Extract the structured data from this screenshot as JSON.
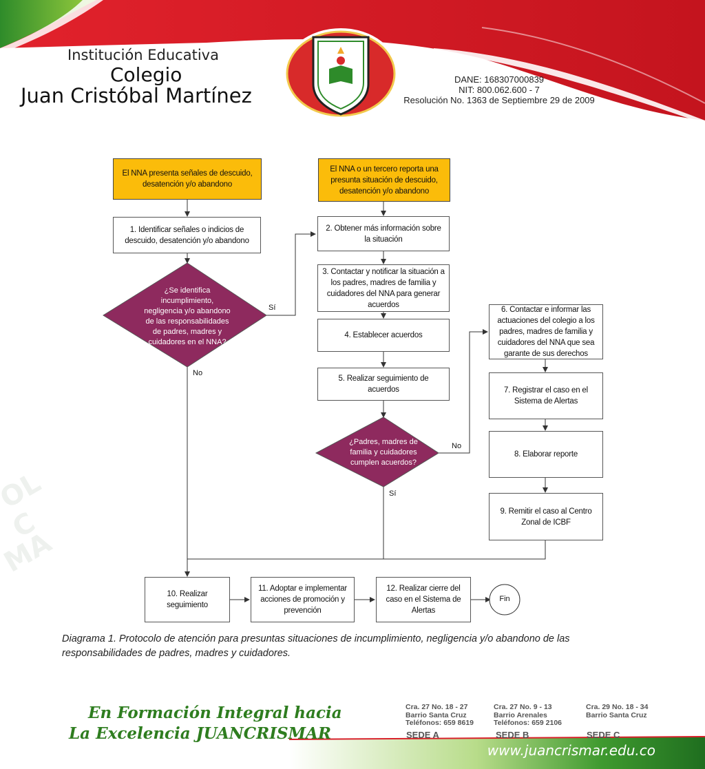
{
  "header": {
    "institution_line1": "Institución Educativa",
    "institution_line2": "Colegio",
    "institution_line3": "Juan Cristóbal Martínez",
    "dane": "DANE: 168307000839",
    "nit": "NIT: 800.062.600 - 7",
    "resolucion": "Resolución No. 1363 de Septiembre 29 de 2009",
    "colors": {
      "red": "#d8202a",
      "green": "#2e8b2a",
      "lime": "#8cc63f"
    }
  },
  "diagram": {
    "start_a": "El NNA presenta señales de descuido, desatención y/o abandono",
    "start_b": "El NNA o un tercero reporta una presunta situación de descuido, desatención y/o abandono",
    "step1": "1. Identificar señales o indicios de descuido, desatención y/o abandono",
    "decision1": "¿Se identifica incumplimiento, negligencia y/o abandono de las responsabilidades de padres, madres y cuidadores en el NNA?",
    "decision1_yes": "Sí",
    "decision1_no": "No",
    "step2": "2. Obtener más información sobre la situación",
    "step3": "3. Contactar y notificar la situación a los padres, madres de familia y cuidadores del NNA para generar acuerdos",
    "step4": "4. Establecer acuerdos",
    "step5": "5. Realizar seguimiento de acuerdos",
    "decision2": "¿Padres, madres de familia y cuidadores cumplen acuerdos?",
    "decision2_no": "No",
    "decision2_yes": "Sí",
    "step6": "6. Contactar e informar las actuaciones del colegio a los padres, madres de familia y cuidadores del NNA que sea garante de sus derechos",
    "step7": "7. Registrar el caso en el Sistema de Alertas",
    "step8": "8. Elaborar reporte",
    "step9": "9. Remitir el caso al Centro Zonal de ICBF",
    "step10": "10. Realizar seguimiento",
    "step11": "11. Adoptar e implementar acciones de promoción y prevención",
    "step12": "12. Realizar cierre del caso en el Sistema de Alertas",
    "end": "Fin",
    "caption": "Diagrama 1. Protocolo de atención para presuntas situaciones de incumplimiento, negligencia y/o abandono de las responsabilidades de padres, madres y cuidadores.",
    "colors": {
      "start": "#fbbc0a",
      "decision": "#8e2a5e"
    }
  },
  "footer": {
    "slogan_line1": "En Formación Integral hacia",
    "slogan_line2": "La Excelencia JUANCRISMAR",
    "sedes": [
      {
        "name": "SEDE A",
        "line1": "Cra. 27 No. 18 - 27",
        "line2": "Barrio Santa Cruz",
        "line3": "Teléfonos: 659 8619"
      },
      {
        "name": "SEDE B",
        "line1": "Cra. 27 No. 9 - 13",
        "line2": "Barrio Arenales",
        "line3": "Teléfonos: 659 2106"
      },
      {
        "name": "SEDE C",
        "line1": "Cra. 29 No. 18 - 34",
        "line2": "Barrio Santa Cruz",
        "line3": ""
      }
    ],
    "website": "www.juancrismar.edu.co"
  }
}
